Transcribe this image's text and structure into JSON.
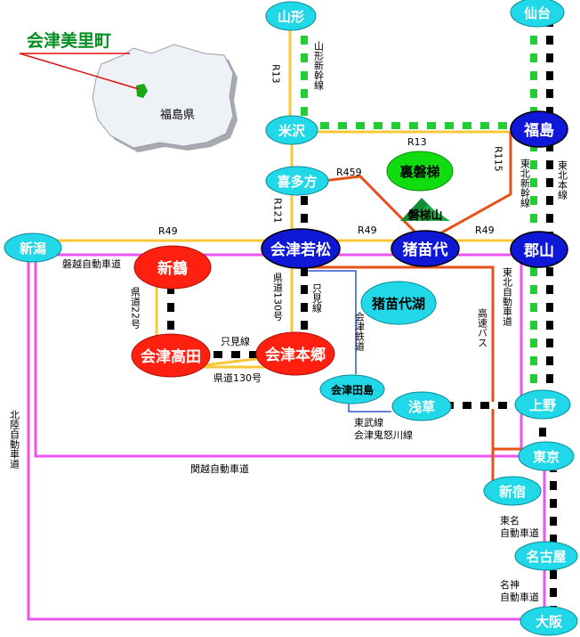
{
  "title": "会津美里町",
  "prefecture": "福島県",
  "colors": {
    "cyan_node": "#20d8e8",
    "blue_node": "#1018d8",
    "red_node": "#ff2010",
    "green_node": "#10dc10",
    "road_yellow": "#f8c838",
    "expressway_pink": "#ee55ee",
    "bus_orange": "#e85018",
    "jr_green": "#22cc33",
    "title_green": "#008f20"
  },
  "nodes": {
    "yamagata": "山形",
    "sendai": "仙台",
    "yonezawa": "米沢",
    "fukushima": "福島",
    "kitakata": "喜多方",
    "urabandai": "裏磐梯",
    "bandaisan": "磐梯山",
    "niigata": "新潟",
    "shintsuru": "新鶴",
    "aizuwakamatsu": "会津若松",
    "inawashiro": "猪苗代",
    "koriyama": "郡山",
    "inawashiroko": "猪苗代湖",
    "aizutakada": "会津高田",
    "aizuhongo": "会津本郷",
    "aizutajima": "会津田島",
    "asakusa": "浅草",
    "ueno": "上野",
    "tokyo": "東京",
    "shinjuku": "新宿",
    "nagoya": "名古屋",
    "osaka": "大阪"
  },
  "labels": {
    "r13_vertical": "R13",
    "yamagata_shinkansen": "山形新幹線",
    "r13": "R13",
    "r115": "R115",
    "tohoku_shinkansen": "東北新幹線",
    "tohoku_line": "東北本線",
    "r459": "R459",
    "r121": "R121",
    "r49_west": "R49",
    "r49_mid": "R49",
    "r49_east": "R49",
    "banetsu_expressway": "磐越自動車道",
    "tohoku_expressway": "東北自動車道",
    "highway_bus": "高速バス",
    "pref22": "県道22号",
    "pref130_vertical": "県道130号",
    "tadami_line_right": "只見線",
    "tadami_line_mid": "只見線",
    "pref130_bottom": "県道130号",
    "aizu_railway": "会津鉄道",
    "tobu_line": "東武線",
    "aizukinugawa_line": "会津鬼怒川線",
    "hokuriku_expressway": "北陸自動車道",
    "kanetsu_expressway": "関越自動車道",
    "tomei_expressway": "東名自動車道",
    "meishin_expressway": "名神自動車道"
  }
}
